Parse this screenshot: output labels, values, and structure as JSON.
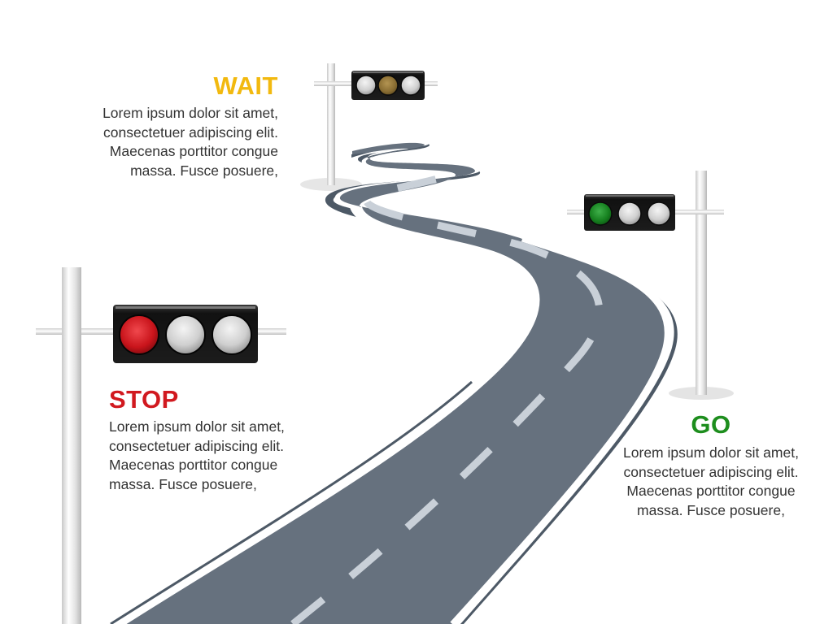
{
  "colors": {
    "wait": "#f2b90f",
    "stop": "#d1191f",
    "go": "#1e8e1e",
    "road": "#66717e",
    "road_edge": "#ffffff",
    "road_side": "#4d5966",
    "dash": "#c9d0d8",
    "body_text": "#333333"
  },
  "sections": {
    "wait": {
      "heading": "WAIT",
      "text": "Lorem ipsum dolor sit amet,\nconsectetuer adipiscing elit.\nMaecenas porttitor congue\nmassa. Fusce posuere,",
      "light_active": "amber"
    },
    "stop": {
      "heading": "STOP",
      "text": "Lorem ipsum dolor sit amet,\nconsectetuer adipiscing elit.\nMaecenas porttitor congue\nmassa. Fusce posuere,",
      "light_active": "red"
    },
    "go": {
      "heading": "GO",
      "text": "Lorem ipsum dolor sit amet,\nconsectetuer adipiscing elit.\nMaecenas porttitor congue\nmassa. Fusce posuere,",
      "light_active": "green"
    }
  },
  "icons": {
    "road": "winding-road",
    "traffic_light": "traffic-light"
  }
}
